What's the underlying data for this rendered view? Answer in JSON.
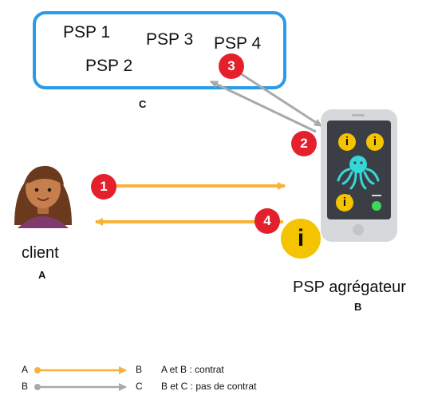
{
  "psp_box": {
    "psp1": "PSP 1",
    "psp2": "PSP 2",
    "psp3": "PSP 3",
    "psp4": "PSP 4",
    "letter": "C"
  },
  "client": {
    "label": "client",
    "letter": "A"
  },
  "aggregator": {
    "label": "PSP agrégateur",
    "letter": "B"
  },
  "steps": [
    "1",
    "2",
    "3",
    "4"
  ],
  "info_glyph": "i",
  "legend": [
    {
      "from": "A",
      "to": "B",
      "text": "A et B : contrat",
      "color": "#f6b23a"
    },
    {
      "from": "B",
      "to": "C",
      "text": "B et C : pas de contrat",
      "color": "#a9a9a9"
    }
  ],
  "colors": {
    "contract": "#f6b23a",
    "no_contract": "#a9a9a9",
    "step_badge": "#e3202b",
    "box_border": "#2a9be6",
    "info_badge": "#f5c400"
  }
}
